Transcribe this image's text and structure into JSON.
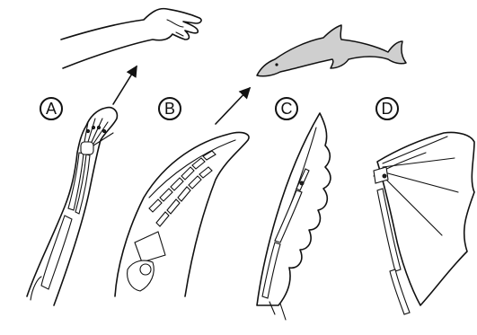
{
  "labels": {
    "a": "A",
    "b": "B",
    "c": "C",
    "d": "D"
  },
  "colors": {
    "ink": "#111111",
    "dolphin_fill": "#cfcfcf",
    "background": "#ffffff"
  }
}
